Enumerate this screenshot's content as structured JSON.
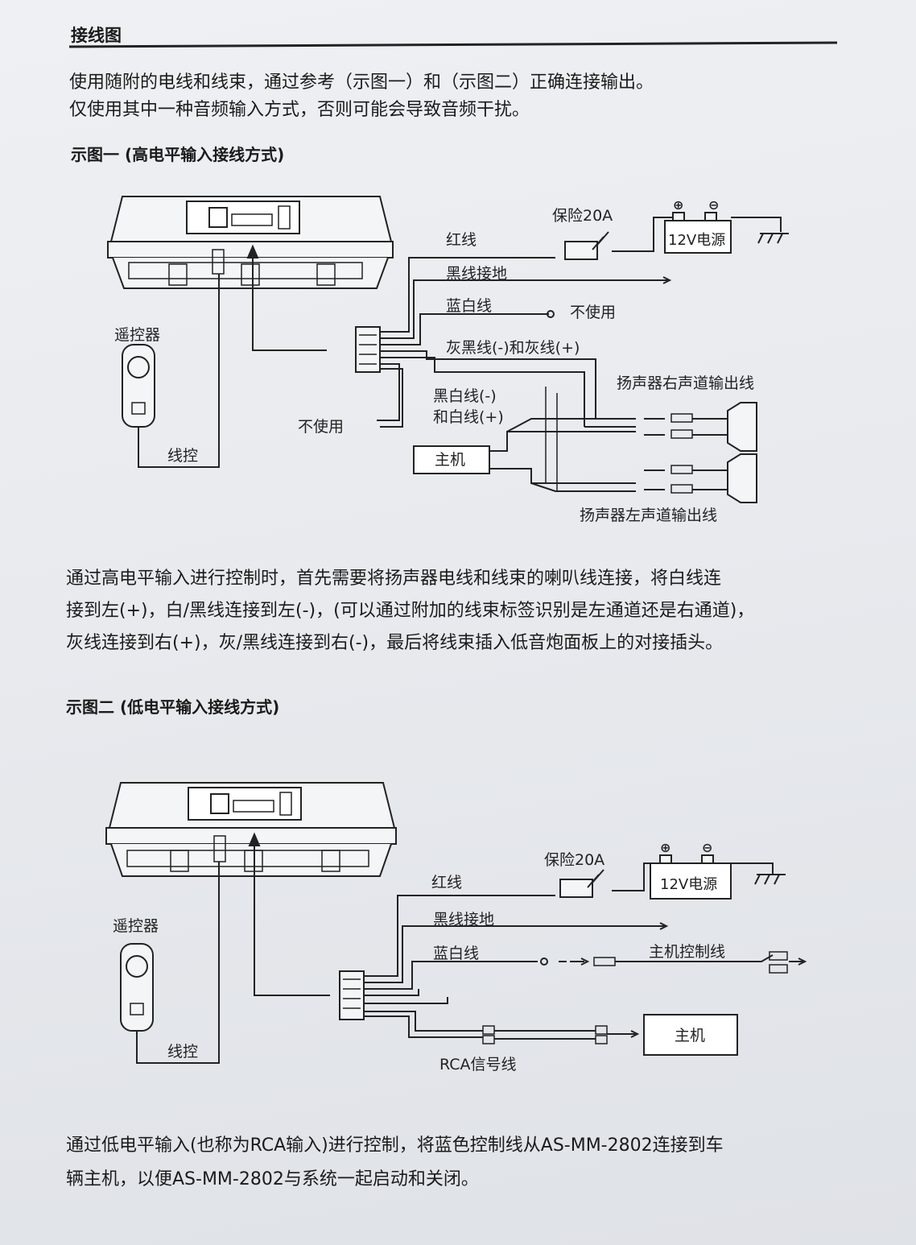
{
  "header": {
    "title": "接线图",
    "intro_line1": "使用随附的电线和线束，通过参考（示图一）和（示图二）正确连接输出。",
    "intro_line2": "仅使用其中一种音频输入方式，否则可能会导致音频干扰。"
  },
  "figure1": {
    "title": "示图一 (高电平输入接线方式)",
    "labels": {
      "fuse": "保险20A",
      "red_wire": "红线",
      "battery": "12V电源",
      "black_ground": "黑线接地",
      "blue_white": "蓝白线",
      "not_used": "不使用",
      "gray_wires": "灰黑线(-)和灰线(+)",
      "speaker_right": "扬声器右声道输出线",
      "black_white": "黑白线(-)",
      "white": "和白线(+)",
      "remote": "遥控器",
      "not_used_left": "不使用",
      "head_unit": "主机",
      "wire_control": "线控",
      "speaker_left": "扬声器左声道输出线"
    },
    "description_lines": [
      "通过高电平输入进行控制时，首先需要将扬声器电线和线束的喇叭线连接，将白线连",
      "接到左(+)，白/黑线连接到左(-)，(可以通过附加的线束标签识别是左通道还是右通道)，",
      "灰线连接到右(+)，灰/黑线连接到右(-)，最后将线束插入低音炮面板上的对接插头。"
    ]
  },
  "figure2": {
    "title": "示图二 (低电平输入接线方式)",
    "labels": {
      "fuse": "保险20A",
      "red_wire": "红线",
      "battery": "12V电源",
      "black_ground": "黑线接地",
      "blue_white": "蓝白线",
      "control_line": "主机控制线",
      "remote": "遥控器",
      "head_unit": "主机",
      "wire_control": "线控",
      "rca": "RCA信号线"
    },
    "description_lines": [
      "通过低电平输入(也称为RCA输入)进行控制，将蓝色控制线从AS-MM-2802连接到车",
      "辆主机，以便AS-MM-2802与系统一起启动和关闭。"
    ]
  },
  "colors": {
    "ink": "#1b1b1b",
    "paper": "#e8eaee"
  },
  "icons": [
    "battery-icon",
    "ground-icon",
    "fuse-icon",
    "speaker-icon",
    "remote-icon",
    "connector-icon"
  ]
}
